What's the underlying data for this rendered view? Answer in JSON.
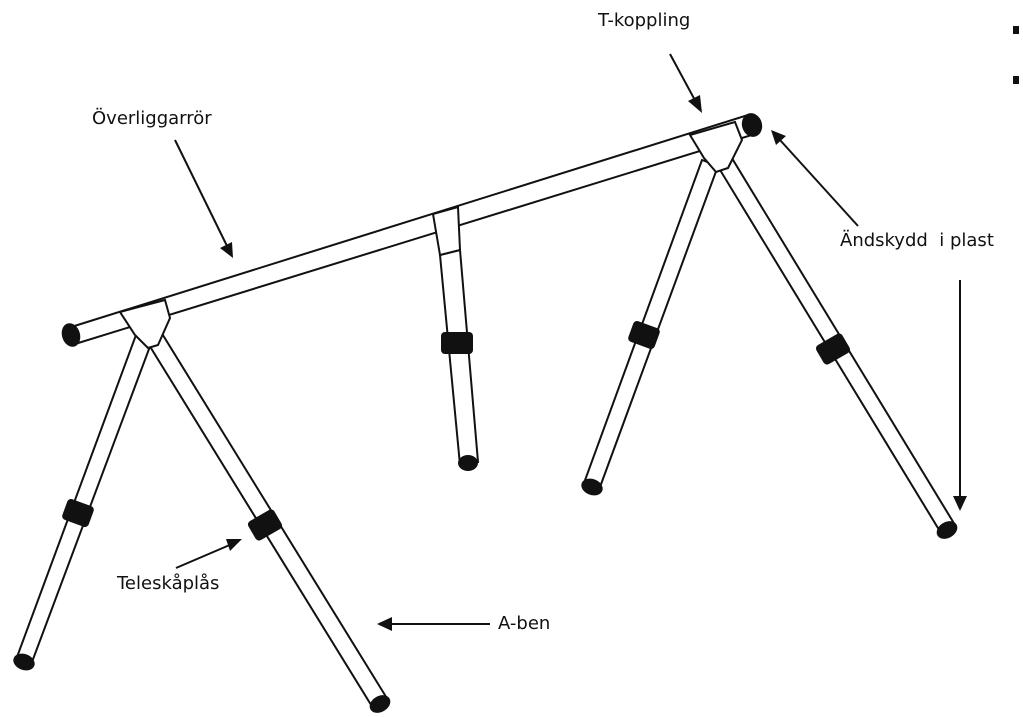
{
  "labels": {
    "t_coupling": "T-koppling",
    "top_tube": "Överliggarrör",
    "end_cap": "Ändskydd  i plast",
    "telescope_lock": "Teleskåplås",
    "a_leg": "A-ben"
  },
  "colors": {
    "stroke": "#111111",
    "background": "#ffffff"
  }
}
